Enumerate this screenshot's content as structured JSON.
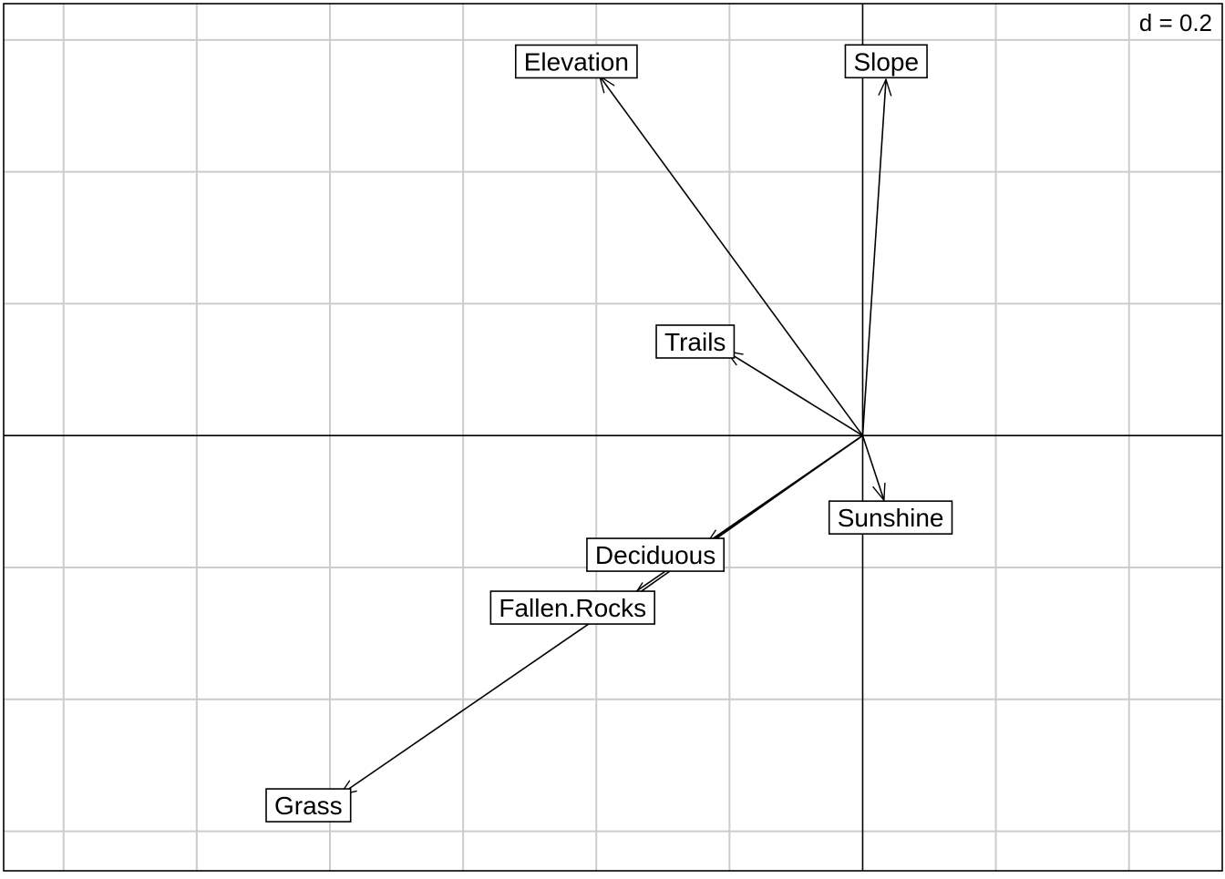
{
  "chart_data": {
    "type": "biplot",
    "title": "",
    "xlabel": "",
    "ylabel": "",
    "scale_label": "d = 0.2",
    "grid_step": 0.2,
    "grid": true,
    "origin": [
      0,
      0
    ],
    "xlim": [
      -1.29,
      0.54
    ],
    "ylim": [
      -0.66,
      0.655
    ],
    "colors": {
      "grid": "#cccccc",
      "axes": "#000000",
      "arrows": "#000000",
      "label_box_fill": "#ffffff",
      "label_box_border": "#000000",
      "background": "#ffffff"
    },
    "vectors": [
      {
        "label": "Elevation",
        "x": -0.395,
        "y": 0.545
      },
      {
        "label": "Slope",
        "x": 0.035,
        "y": 0.54
      },
      {
        "label": "Trails",
        "x": -0.205,
        "y": 0.128
      },
      {
        "label": "Sunshine",
        "x": 0.032,
        "y": -0.098
      },
      {
        "label": "Deciduous",
        "x": -0.235,
        "y": -0.165
      },
      {
        "label": "Fallen.Rocks",
        "x": -0.345,
        "y": -0.245
      },
      {
        "label": "Grass",
        "x": -0.785,
        "y": -0.545
      }
    ]
  }
}
